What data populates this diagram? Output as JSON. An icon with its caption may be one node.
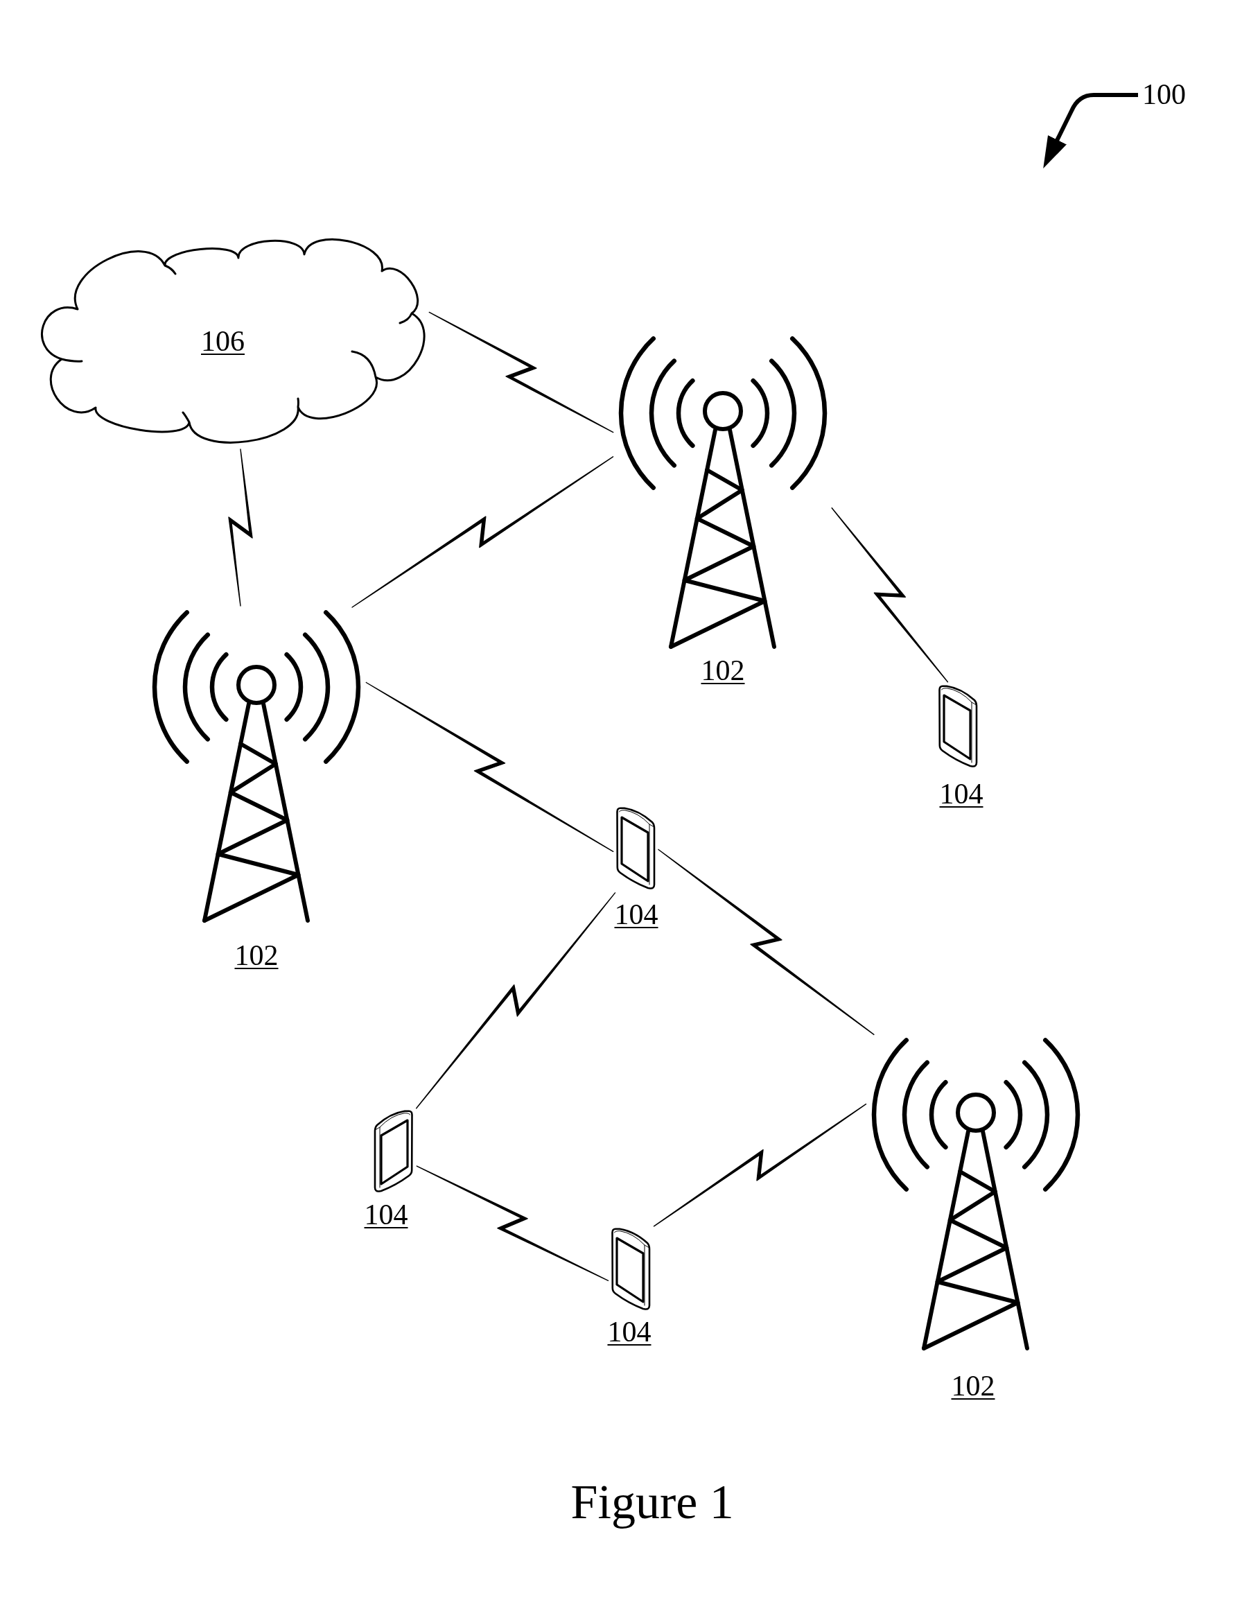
{
  "diagram": {
    "caption": "Figure 1",
    "nodes": [
      {
        "text": [
          "100"
        ]
      },
      {
        "text": [
          "106"
        ]
      },
      {
        "text": [],
        "shape": "picture",
        "beside": [
          "102"
        ]
      },
      {
        "text": [],
        "shape": "picture",
        "beside": [
          "102"
        ]
      },
      {
        "text": [],
        "shape": "picture",
        "beside": [
          "104"
        ]
      },
      {
        "text": [],
        "shape": "picture",
        "beside": [
          "104"
        ]
      },
      {
        "text": [],
        "shape": "picture",
        "beside": [
          "102"
        ]
      },
      {
        "text": [],
        "shape": "picture",
        "beside": [
          "104"
        ]
      },
      {
        "text": [],
        "shape": "picture",
        "beside": [
          "104"
        ]
      }
    ],
    "edges": [
      {
        "from": 0,
        "to": null,
        "arrow": "to",
        "style": "thick"
      },
      {
        "from": 1,
        "to": 2,
        "arrow": "none"
      },
      {
        "from": 1,
        "to": 3,
        "arrow": "none"
      },
      {
        "from": 3,
        "to": 2,
        "arrow": "none"
      },
      {
        "from": 2,
        "to": 4,
        "arrow": "none"
      },
      {
        "from": 3,
        "to": 5,
        "arrow": "none"
      },
      {
        "from": 5,
        "to": 6,
        "arrow": "none"
      },
      {
        "from": 5,
        "to": 7,
        "arrow": "none"
      },
      {
        "from": 7,
        "to": 8,
        "arrow": "none"
      },
      {
        "from": 8,
        "to": 6,
        "arrow": "none"
      }
    ]
  }
}
